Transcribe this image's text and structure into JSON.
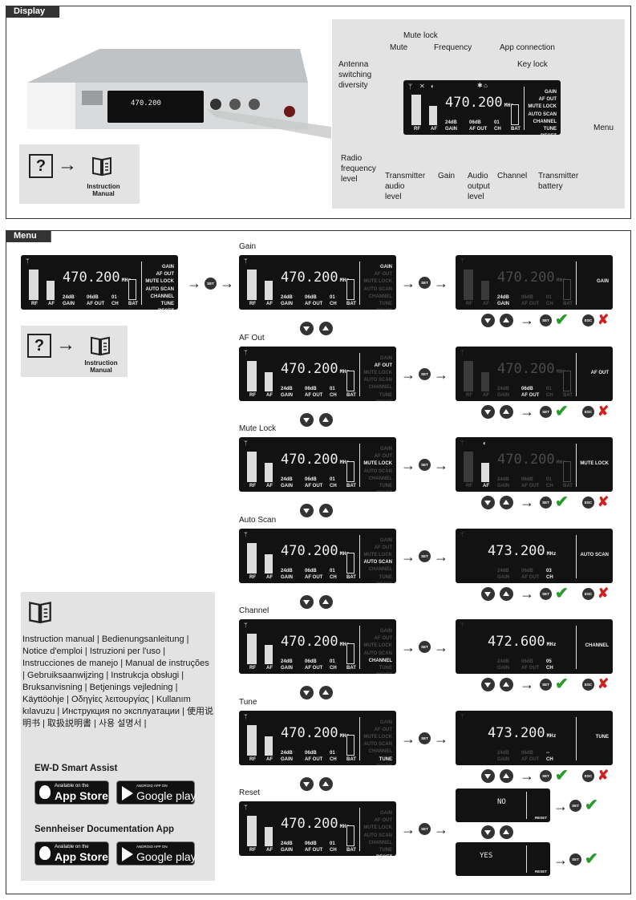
{
  "display_section": {
    "tab": "Display",
    "callouts": {
      "mute_lock": "Mute lock",
      "mute": "Mute",
      "frequency": "Frequency",
      "app_connection": "App connection",
      "key_lock": "Key lock",
      "antenna": "Antenna\nswitching\ndiversity",
      "menu": "Menu",
      "rf_level": "Radio\nfrequency\nlevel",
      "tx_audio": "Transmitter\naudio\nlevel",
      "gain": "Gain",
      "audio_out": "Audio\noutput\nlevel",
      "channel": "Channel",
      "tx_battery": "Transmitter\nbattery"
    },
    "manual_label": "Instruction\nManual"
  },
  "lcd": {
    "freq": "470.200",
    "mhz": "MHz",
    "menu_items": [
      "GAIN",
      "AF OUT",
      "MUTE LOCK",
      "AUTO SCAN",
      "CHANNEL",
      "TUNE",
      "RESET"
    ],
    "gain_val": "24dB",
    "gain_lbl": "GAIN",
    "afout_val": "06dB",
    "afout_lbl": "AF OUT",
    "ch_val": "01",
    "ch_lbl": "CH",
    "rf_lbl": "RF",
    "af_lbl": "AF",
    "bat_lbl": "BAT"
  },
  "device_buttons": {
    "set": "SET",
    "esc": "ESC"
  },
  "menu_section": {
    "tab": "Menu",
    "manual_label": "Instruction\nManual",
    "set_label": "SET",
    "esc_label": "ESC",
    "rows": [
      {
        "title": "Gain",
        "item": "GAIN",
        "result_label": "GAIN",
        "result_freq": "470.200",
        "result_ch": "01"
      },
      {
        "title": "AF Out",
        "item": "AF OUT",
        "result_label": "AF OUT",
        "result_freq": "470.200",
        "result_ch": "01"
      },
      {
        "title": "Mute Lock",
        "item": "MUTE LOCK",
        "result_label": "MUTE LOCK",
        "result_freq": "470.200",
        "result_ch": "01"
      },
      {
        "title": "Auto Scan",
        "item": "AUTO SCAN",
        "result_label": "AUTO SCAN",
        "result_freq": "473.200",
        "result_ch": "03"
      },
      {
        "title": "Channel",
        "item": "CHANNEL",
        "result_label": "CHANNEL",
        "result_freq": "472.600",
        "result_ch": "05"
      },
      {
        "title": "Tune",
        "item": "TUNE",
        "result_label": "TUNE",
        "result_freq": "473.200",
        "result_ch": "--"
      },
      {
        "title": "Reset",
        "item": "RESET",
        "result_label": "RESET",
        "result_freq": "",
        "result_ch": ""
      }
    ],
    "reset_no": "NO",
    "reset_yes": "YES"
  },
  "docs": {
    "languages": "Instruction manual | Bedienungsanleitung | Notice d'emploi | Istruzioni per l'uso | Instrucciones de manejo | Manual de instruções | Gebruiksaanwijzing | Instrukcja obsługi | Bruksanvisning | Betjenings vejledning | Käyttöohje | Οδηγίες λειτουργίας | Kullanım kılavuzu | Инструкция по эксплуатации | 使用说明书 | 取扱説明書 | 사용 설명서 |",
    "app1_title": "EW-D Smart Assist",
    "app2_title": "Sennheiser Documentation App",
    "appstore_small": "Available on the",
    "appstore_big": "App Store",
    "googleplay_small": "ANDROID APP ON",
    "googleplay_big": "Google play"
  },
  "colors": {
    "dark": "#333333",
    "check": "#2a9a2a",
    "cross": "#d41f1f",
    "lcd": "#121212"
  }
}
